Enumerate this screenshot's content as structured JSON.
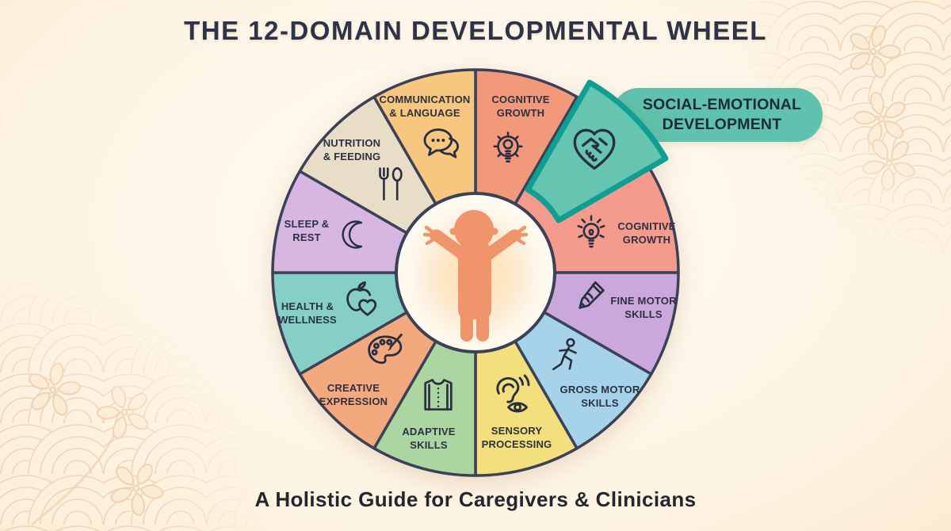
{
  "title": "THE 12-DOMAIN DEVELOPMENTAL WHEEL",
  "subtitle": "A Holistic Guide for Caregivers & Clinicians",
  "callout": {
    "label": "SOCIAL-EMOTIONAL\nDEVELOPMENT",
    "fill": "#5EC2AE"
  },
  "colors": {
    "outline": "#3B4157",
    "icon": "#2A2F40",
    "highlight_border": "#0E9F92",
    "baby": "#F0956B",
    "pattern": "#ECBE96"
  },
  "center": {
    "icon": "baby-silhouette"
  },
  "segments": [
    {
      "id": "cognitive-growth-top",
      "label": "COGNITIVE\nGROWTH",
      "icon": "gear-lightbulb-icon",
      "color": "#F2997C"
    },
    {
      "id": "social-emotional-development",
      "label": "",
      "icon": "heart-handshake-icon",
      "color": "#65C5B1",
      "highlighted": true
    },
    {
      "id": "cognitive-growth-right",
      "label": "COGNITIVE\nGROWTH",
      "icon": "lightbulb-rays-icon",
      "color": "#F59B8E"
    },
    {
      "id": "fine-motor-skills",
      "label": "FINE MOTOR\nSKILLS",
      "icon": "hand-pencil-icon",
      "color": "#CBA8DC"
    },
    {
      "id": "gross-motor-skills",
      "label": "GROSS MOTOR\nSKILLS",
      "icon": "running-figure-icon",
      "color": "#A6D3EA"
    },
    {
      "id": "sensory-processing",
      "label": "SENSORY\nPROCESSING",
      "icon": "ear-eye-icon",
      "color": "#F3E07D"
    },
    {
      "id": "adaptive-skills",
      "label": "ADAPTIVE\nSKILLS",
      "icon": "shirt-icon",
      "color": "#ABD6A1"
    },
    {
      "id": "creative-expression",
      "label": "CREATIVE\nEXPRESSION",
      "icon": "paint-palette-icon",
      "color": "#F3A87D"
    },
    {
      "id": "health-wellness",
      "label": "HEALTH &\nWELLNESS",
      "icon": "apple-heart-icon",
      "color": "#85CFC6"
    },
    {
      "id": "sleep-rest",
      "label": "SLEEP &\nREST",
      "icon": "crescent-moon-icon",
      "color": "#D8B6E2"
    },
    {
      "id": "nutrition-feeding",
      "label": "NUTRITION\n& FEEDING",
      "icon": "fork-spoon-icon",
      "color": "#E8DDC7"
    },
    {
      "id": "communication-language",
      "label": "COMMUNICATION\n& LANGUAGE",
      "icon": "speech-bubbles-icon",
      "color": "#F7C77F"
    }
  ]
}
